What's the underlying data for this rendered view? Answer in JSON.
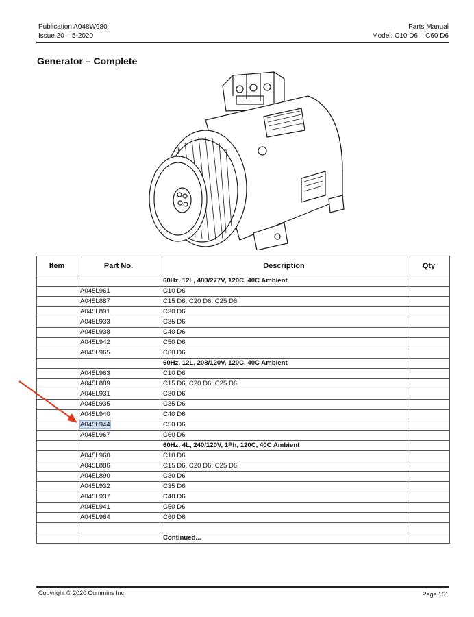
{
  "header": {
    "publication": "Publication A048W980",
    "issue": "Issue 20 – 5-2020",
    "manual": "Parts Manual",
    "model": "Model: C10 D6 – C60 D6"
  },
  "title": "Generator – Complete",
  "figure": {
    "icon": "generator-illustration"
  },
  "table": {
    "headers": {
      "item": "Item",
      "part_no": "Part No.",
      "description": "Description",
      "qty": "Qty"
    },
    "rows": [
      {
        "item": "",
        "part_no": "",
        "description": "60Hz, 12L, 480/277V, 120C, 40C Ambient",
        "qty": "",
        "group": true
      },
      {
        "item": "",
        "part_no": "A045L961",
        "description": "C10 D6",
        "qty": ""
      },
      {
        "item": "",
        "part_no": "A045L887",
        "description": "C15 D6, C20 D6, C25 D6",
        "qty": ""
      },
      {
        "item": "",
        "part_no": "A045L891",
        "description": "C30 D6",
        "qty": ""
      },
      {
        "item": "",
        "part_no": "A045L933",
        "description": "C35 D6",
        "qty": ""
      },
      {
        "item": "",
        "part_no": "A045L938",
        "description": "C40 D6",
        "qty": ""
      },
      {
        "item": "",
        "part_no": "A045L942",
        "description": "C50 D6",
        "qty": ""
      },
      {
        "item": "",
        "part_no": "A045L965",
        "description": "C60 D6",
        "qty": ""
      },
      {
        "item": "",
        "part_no": "",
        "description": "60Hz, 12L, 208/120V, 120C, 40C Ambient",
        "qty": "",
        "group": true
      },
      {
        "item": "",
        "part_no": "A045L963",
        "description": "C10 D6",
        "qty": ""
      },
      {
        "item": "",
        "part_no": "A045L889",
        "description": "C15 D6, C20 D6, C25 D6",
        "qty": ""
      },
      {
        "item": "",
        "part_no": "A045L931",
        "description": "C30 D6",
        "qty": ""
      },
      {
        "item": "",
        "part_no": "A045L935",
        "description": "C35 D6",
        "qty": ""
      },
      {
        "item": "",
        "part_no": "A045L940",
        "description": "C40 D6",
        "qty": ""
      },
      {
        "item": "",
        "part_no": "A045L944",
        "description": "C50 D6",
        "qty": "",
        "highlight": true
      },
      {
        "item": "",
        "part_no": "A045L967",
        "description": "C60 D6",
        "qty": ""
      },
      {
        "item": "",
        "part_no": "",
        "description": "60Hz, 4L, 240/120V, 1Ph, 120C, 40C Ambient",
        "qty": "",
        "group": true
      },
      {
        "item": "",
        "part_no": "A045L960",
        "description": "C10 D6",
        "qty": ""
      },
      {
        "item": "",
        "part_no": "A045L886",
        "description": "C15 D6, C20 D6, C25 D6",
        "qty": ""
      },
      {
        "item": "",
        "part_no": "A045L890",
        "description": "C30 D6",
        "qty": ""
      },
      {
        "item": "",
        "part_no": "A045L932",
        "description": "C35 D6",
        "qty": ""
      },
      {
        "item": "",
        "part_no": "A045L937",
        "description": "C40 D6",
        "qty": ""
      },
      {
        "item": "",
        "part_no": "A045L941",
        "description": "C50 D6",
        "qty": ""
      },
      {
        "item": "",
        "part_no": "A045L964",
        "description": "C60 D6",
        "qty": ""
      },
      {
        "item": "",
        "part_no": "",
        "description": "",
        "qty": ""
      },
      {
        "item": "",
        "part_no": "",
        "description": "Continued...",
        "qty": "",
        "group": true
      }
    ]
  },
  "annotation": {
    "arrow_color": "#e03a1e"
  },
  "footer": {
    "copyright": "Copyright © 2020  Cummins Inc.",
    "page": "Page 151"
  }
}
